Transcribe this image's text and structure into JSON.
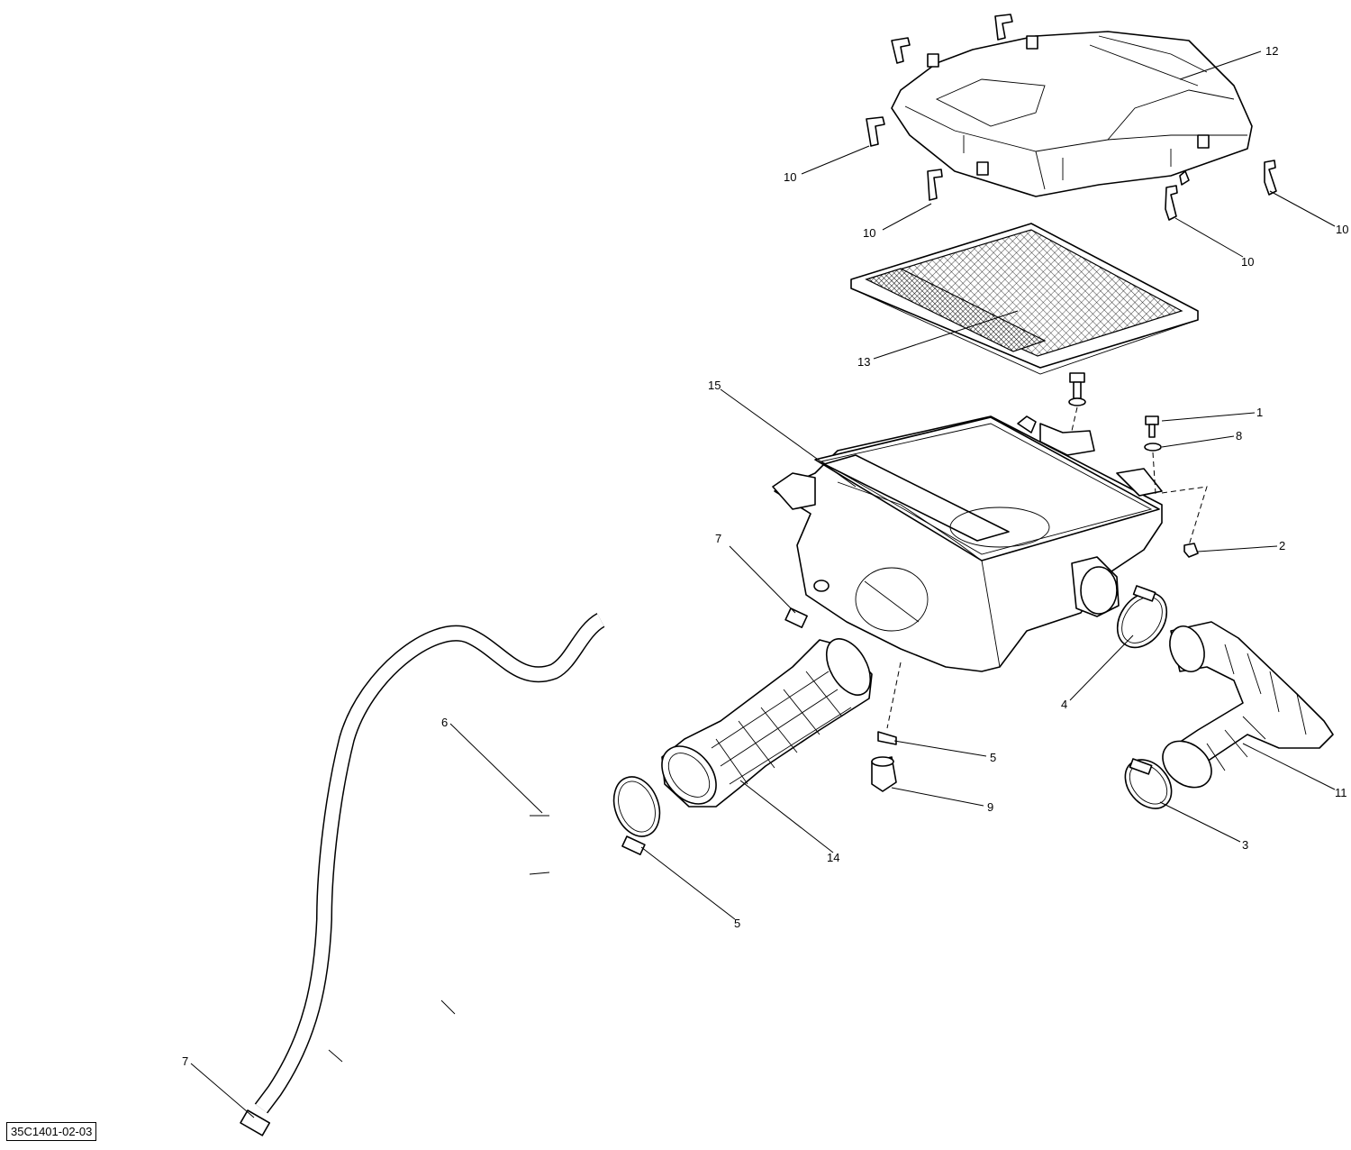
{
  "reference_code": "35C1401-02-03",
  "callouts": [
    {
      "id": "c-12",
      "label": "12"
    },
    {
      "id": "c-10a",
      "label": "10"
    },
    {
      "id": "c-10b",
      "label": "10"
    },
    {
      "id": "c-10c",
      "label": "10"
    },
    {
      "id": "c-10d",
      "label": "10"
    },
    {
      "id": "c-13",
      "label": "13"
    },
    {
      "id": "c-15",
      "label": "15"
    },
    {
      "id": "c-1",
      "label": "1"
    },
    {
      "id": "c-8",
      "label": "8"
    },
    {
      "id": "c-2",
      "label": "2"
    },
    {
      "id": "c-7a",
      "label": "7"
    },
    {
      "id": "c-4",
      "label": "4"
    },
    {
      "id": "c-6",
      "label": "6"
    },
    {
      "id": "c-5a",
      "label": "5"
    },
    {
      "id": "c-9",
      "label": "9"
    },
    {
      "id": "c-11",
      "label": "11"
    },
    {
      "id": "c-3",
      "label": "3"
    },
    {
      "id": "c-14",
      "label": "14"
    },
    {
      "id": "c-5b",
      "label": "5"
    },
    {
      "id": "c-7b",
      "label": "7"
    }
  ]
}
